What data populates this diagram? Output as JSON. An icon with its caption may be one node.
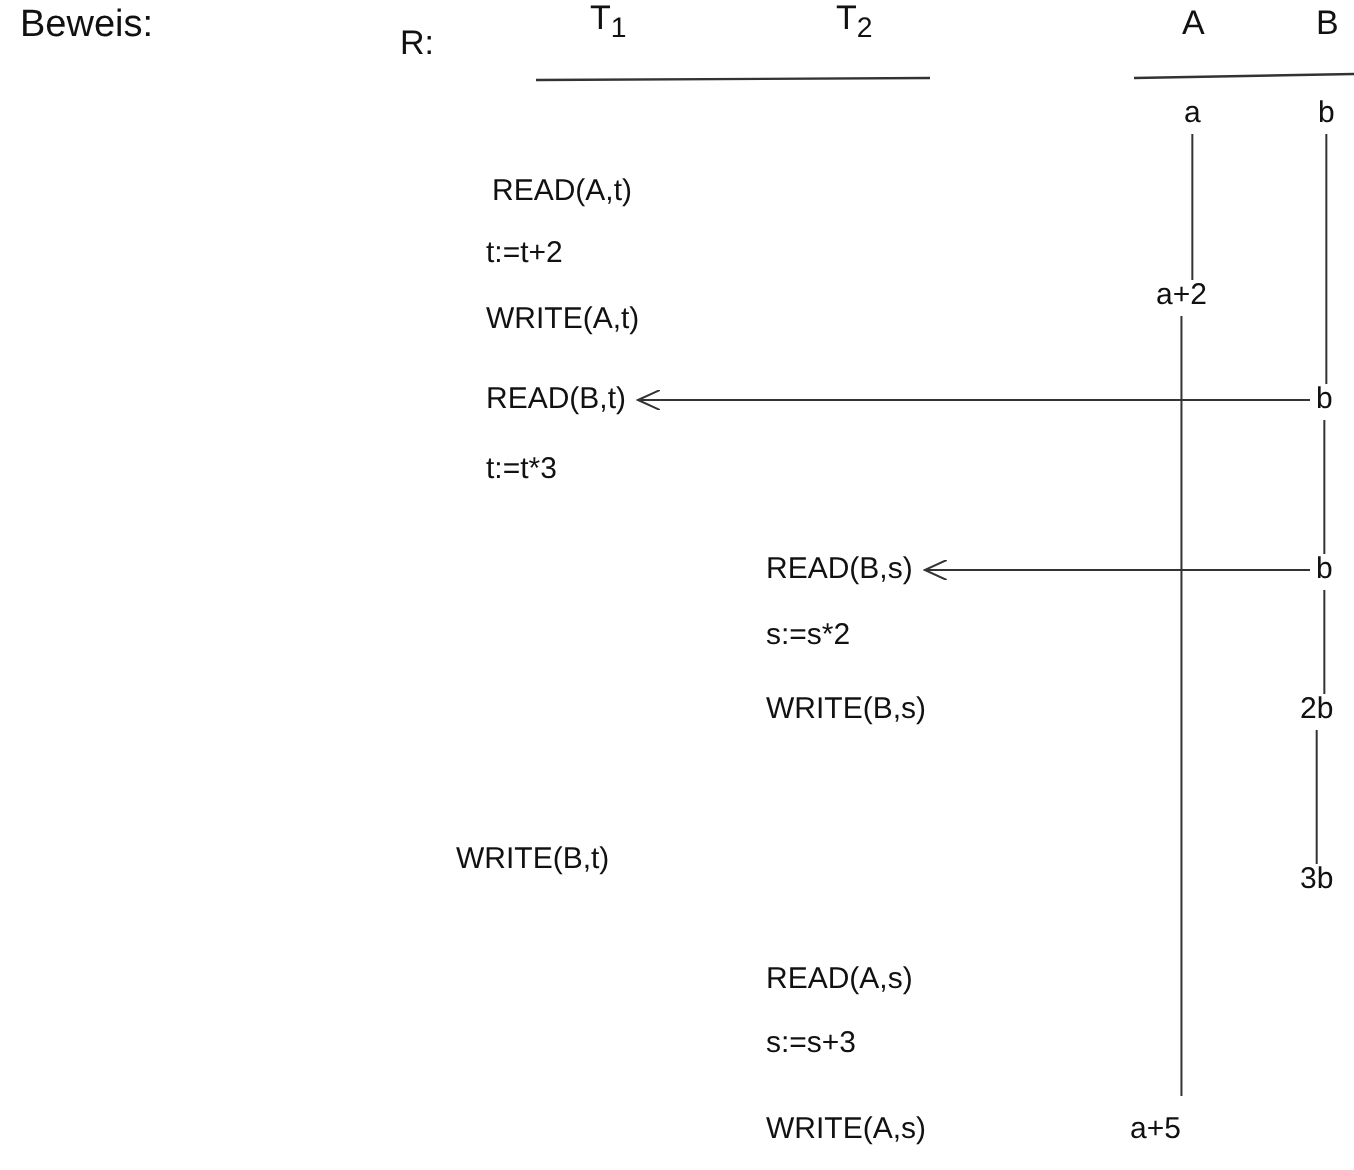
{
  "diagram": {
    "nodes": [
      {
        "text": [
          "a"
        ]
      },
      {
        "text": [
          "b"
        ]
      },
      {
        "text": [
          "a+2"
        ]
      },
      {
        "text": [
          "READ(B,t)"
        ]
      },
      {
        "text": [
          "b"
        ]
      },
      {
        "text": [
          "READ(B,s)"
        ]
      },
      {
        "text": [
          "b"
        ]
      },
      {
        "text": [
          "2b"
        ]
      },
      {
        "text": [
          "3b"
        ]
      },
      {
        "text": [
          "a+5"
        ]
      }
    ],
    "edges": [
      {
        "from": 0,
        "to": 2,
        "arrow": "none"
      },
      {
        "from": 2,
        "to": 9,
        "arrow": "none"
      },
      {
        "from": 1,
        "to": 4,
        "arrow": "none"
      },
      {
        "from": 4,
        "to": 6,
        "arrow": "none"
      },
      {
        "from": 6,
        "to": 7,
        "arrow": "none"
      },
      {
        "from": 7,
        "to": 8,
        "arrow": "none"
      },
      {
        "from": 4,
        "to": 3,
        "arrow": "to"
      },
      {
        "from": 6,
        "to": 5,
        "arrow": "to"
      }
    ],
    "labels": [
      "Beweis:",
      "R:",
      "T$_{1}$",
      "T$_{2}$",
      "A",
      "B",
      "READ(A,t)",
      "t:=t+2",
      "WRITE(A,t)",
      "t:=t*3",
      "s:=s*2",
      "WRITE(B,s)",
      "WRITE(B,t)",
      "READ(A,s)",
      "s:=s+3",
      "WRITE(A,s)"
    ]
  }
}
